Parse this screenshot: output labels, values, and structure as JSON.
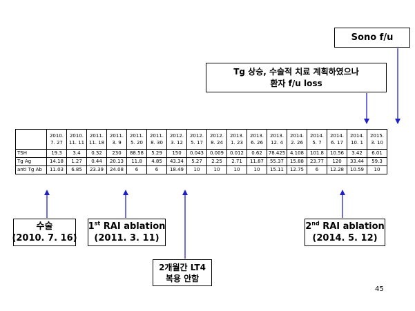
{
  "sono_box": "Sono f/u",
  "tg_box": {
    "line1": "Tg 상승, 수술적 치료 계획하였으나",
    "line2": "환자 f/u loss"
  },
  "table": {
    "dates": [
      [
        "2010.",
        "7. 27"
      ],
      [
        "2010.",
        "11. 11"
      ],
      [
        "2011.",
        "11. 18"
      ],
      [
        "2011.",
        "3. 9"
      ],
      [
        "2011.",
        "5. 20"
      ],
      [
        "2011.",
        "8. 30"
      ],
      [
        "2012.",
        "3. 12"
      ],
      [
        "2012.",
        "5. 17"
      ],
      [
        "2012.",
        "8. 24"
      ],
      [
        "2013.",
        "1. 23"
      ],
      [
        "2013.",
        "6. 26"
      ],
      [
        "2013.",
        "12. 4"
      ],
      [
        "2014.",
        "2. 26"
      ],
      [
        "2014.",
        "5. 7"
      ],
      [
        "2014.",
        "6. 17"
      ],
      [
        "2014.",
        "10. 1"
      ],
      [
        "2015.",
        "3. 10"
      ]
    ],
    "rows": [
      {
        "label": "TSH",
        "values": [
          "19.3",
          "3.4",
          "0.32",
          "230",
          "88.58",
          "5.29",
          "150",
          "0.043",
          "0.009",
          "0.012",
          "0.62",
          "78.425",
          "4.108",
          "101.8",
          "10.56",
          "3.42",
          "6.01"
        ]
      },
      {
        "label": "Tg Ag",
        "values": [
          "14.18",
          "1.27",
          "0.44",
          "20.13",
          "11.8",
          "4.85",
          "43.34",
          "5.27",
          "2.25",
          "2.71",
          "11.87",
          "55.37",
          "15.88",
          "23.77",
          "120",
          "33.44",
          "59.3"
        ]
      },
      {
        "label": "anti Tg Ab",
        "values": [
          "11.03",
          "6.85",
          "23.39",
          "24.08",
          "6",
          "6",
          "18.49",
          "10",
          "10",
          "10",
          "10",
          "15.11",
          "12.75",
          "6",
          "12.28",
          "10.59",
          "10"
        ]
      }
    ]
  },
  "surgery_box": {
    "line1": "수술",
    "line2": "(2010. 7. 16)"
  },
  "rai1_box": {
    "ordinal": "1",
    "sup": "st",
    "label": " RAI ablation",
    "date": "(2011. 3. 11)"
  },
  "rai2_box": {
    "ordinal": "2",
    "sup": "nd",
    "label": " RAI ablation",
    "date": "(2014. 5. 12)"
  },
  "lt4_box": {
    "line1": "2개월간 LT4",
    "line2": "복용 안함"
  },
  "page_number": "45",
  "colors": {
    "arrow": "#1f1fc8",
    "border": "#000000"
  }
}
